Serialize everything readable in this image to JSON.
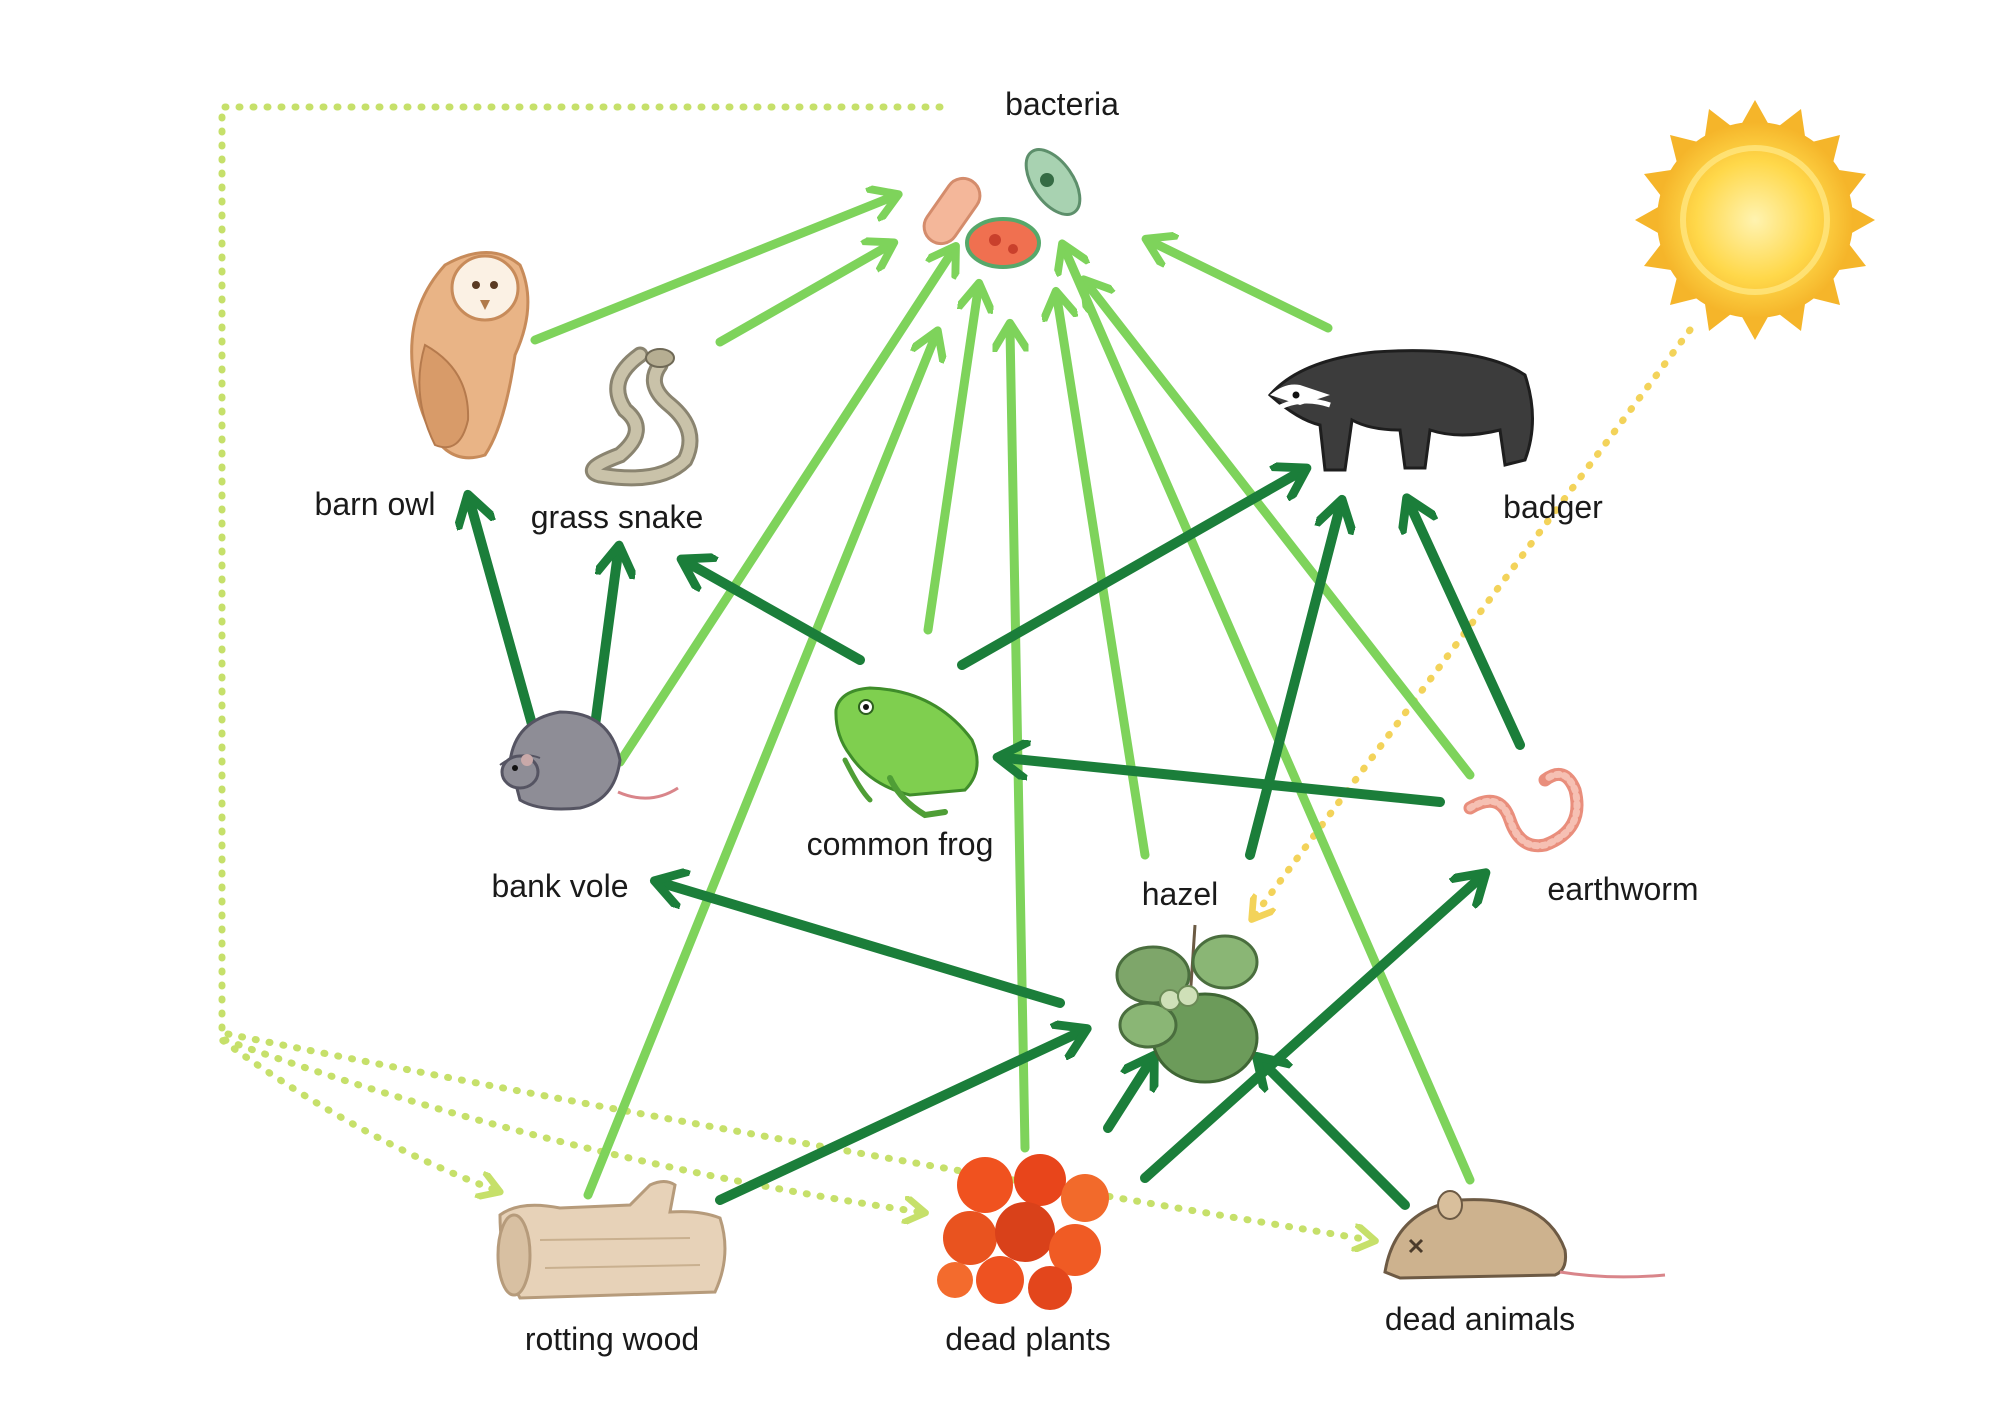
{
  "nodes": {
    "bacteria": "bacteria",
    "barn_owl": "barn owl",
    "grass_snake": "grass snake",
    "badger": "badger",
    "bank_vole": "bank vole",
    "common_frog": "common frog",
    "hazel": "hazel",
    "earthworm": "earthworm",
    "rotting_wood": "rotting wood",
    "dead_plants": "dead plants",
    "dead_animals": "dead animals"
  },
  "colors": {
    "feeding_arrow": "#1b7e3a",
    "decomposition_arrow": "#7ed35b",
    "nutrient_dotted": "#c6e06a",
    "sunlight_dotted": "#f3d35a",
    "sun": "#f9c93a"
  },
  "links": [
    {
      "from": "bank_vole",
      "to": "barn_owl",
      "type": "feeding"
    },
    {
      "from": "bank_vole",
      "to": "grass_snake",
      "type": "feeding"
    },
    {
      "from": "common_frog",
      "to": "grass_snake",
      "type": "feeding"
    },
    {
      "from": "common_frog",
      "to": "badger",
      "type": "feeding"
    },
    {
      "from": "hazel",
      "to": "badger",
      "type": "feeding"
    },
    {
      "from": "earthworm",
      "to": "badger",
      "type": "feeding"
    },
    {
      "from": "earthworm",
      "to": "common_frog",
      "type": "feeding"
    },
    {
      "from": "hazel",
      "to": "bank_vole",
      "type": "feeding"
    },
    {
      "from": "rotting_wood",
      "to": "hazel",
      "type": "feeding"
    },
    {
      "from": "dead_plants",
      "to": "hazel",
      "type": "feeding"
    },
    {
      "from": "dead_plants",
      "to": "earthworm",
      "type": "feeding"
    },
    {
      "from": "dead_animals",
      "to": "hazel",
      "type": "feeding"
    },
    {
      "from": "barn_owl",
      "to": "bacteria",
      "type": "decomposition"
    },
    {
      "from": "grass_snake",
      "to": "bacteria",
      "type": "decomposition"
    },
    {
      "from": "badger",
      "to": "bacteria",
      "type": "decomposition"
    },
    {
      "from": "bank_vole",
      "to": "bacteria",
      "type": "decomposition"
    },
    {
      "from": "common_frog",
      "to": "bacteria",
      "type": "decomposition"
    },
    {
      "from": "hazel",
      "to": "bacteria",
      "type": "decomposition"
    },
    {
      "from": "earthworm",
      "to": "bacteria",
      "type": "decomposition"
    },
    {
      "from": "rotting_wood",
      "to": "bacteria",
      "type": "decomposition"
    },
    {
      "from": "dead_plants",
      "to": "bacteria",
      "type": "decomposition"
    },
    {
      "from": "dead_animals",
      "to": "bacteria",
      "type": "decomposition"
    },
    {
      "from": "bacteria",
      "to": "rotting_wood",
      "type": "nutrient"
    },
    {
      "from": "bacteria",
      "to": "dead_plants",
      "type": "nutrient"
    },
    {
      "from": "bacteria",
      "to": "dead_animals",
      "type": "nutrient"
    },
    {
      "from": "sun",
      "to": "hazel",
      "type": "sunlight"
    }
  ]
}
